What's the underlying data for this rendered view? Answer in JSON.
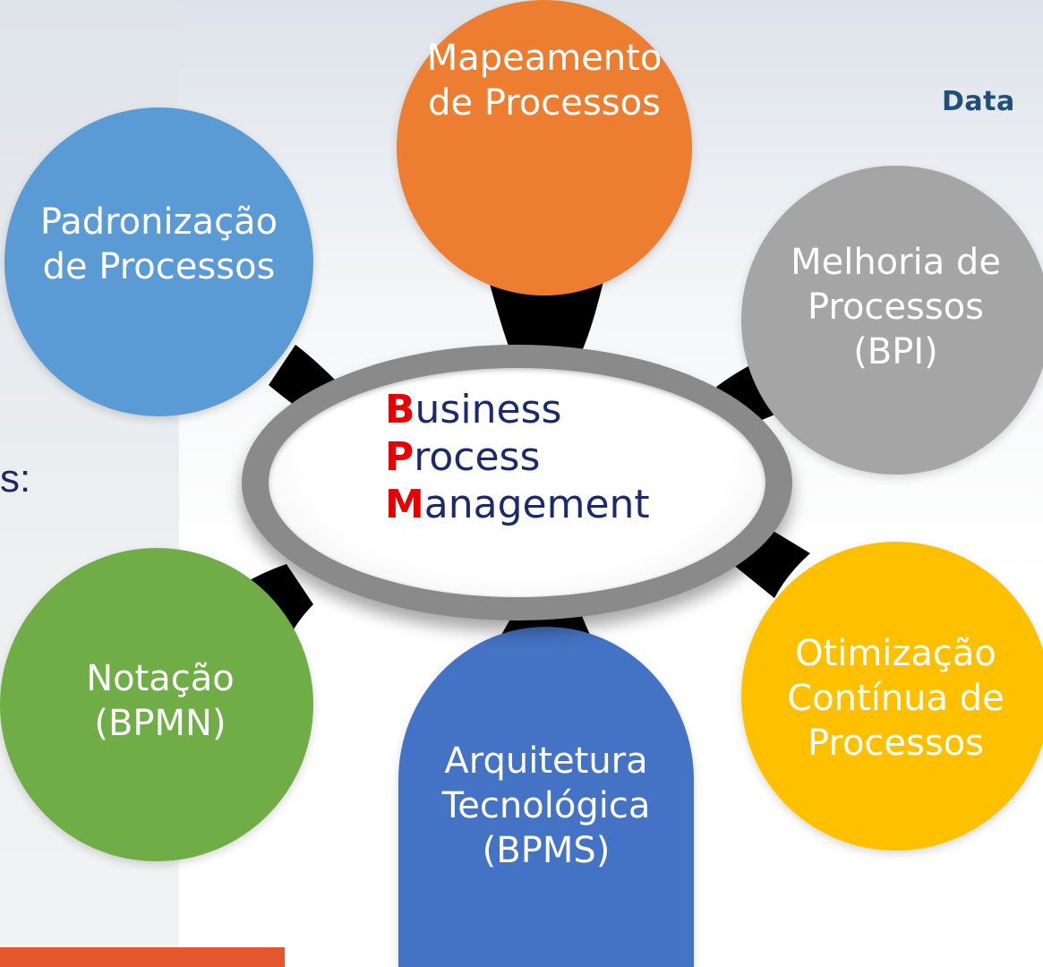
{
  "brand": "Data",
  "partial_text": "s:",
  "center": {
    "lines": [
      {
        "initial": "B",
        "rest": "usiness"
      },
      {
        "initial": "P",
        "rest": "rocess"
      },
      {
        "initial": "M",
        "rest": "anagement"
      }
    ]
  },
  "nodes": [
    {
      "id": "mapeamento",
      "label": "Mapeamento\nde Processos",
      "color": "#ed7d31"
    },
    {
      "id": "padronizacao",
      "label": "Padronização\nde Processos",
      "color": "#5b9bd5"
    },
    {
      "id": "melhoria",
      "label": "Melhoria de\nProcessos\n(BPI)",
      "color": "#a5a5a5"
    },
    {
      "id": "notacao",
      "label": "Notação\n(BPMN)",
      "color": "#70ad47"
    },
    {
      "id": "arquitetura",
      "label": "Arquitetura\nTecnológica\n(BPMS)",
      "color": "#4472c4"
    },
    {
      "id": "otimizacao",
      "label": "Otimização\nContínua de\nProcessos",
      "color": "#ffc000"
    }
  ]
}
